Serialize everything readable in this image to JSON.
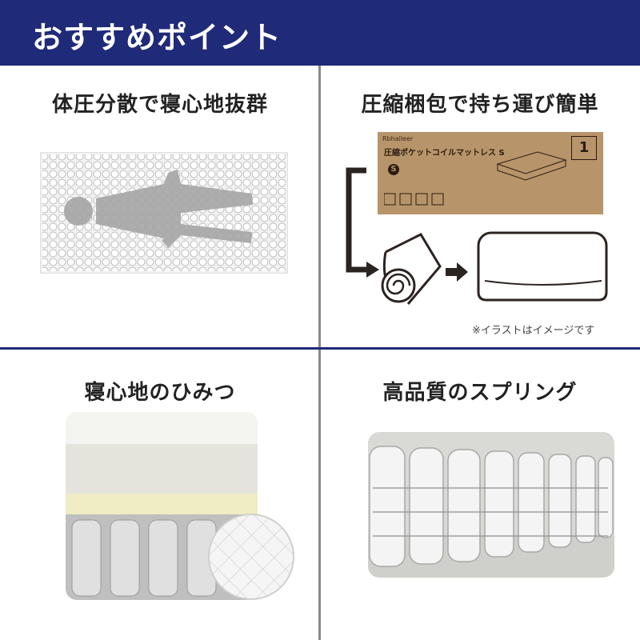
{
  "header": {
    "title": "おすすめポイント"
  },
  "panels": {
    "top_left": {
      "title": "体圧分散で寝心地抜群"
    },
    "top_right": {
      "title": "圧縮梱包で持ち運び簡単",
      "box_logo": "Rbhalleer",
      "box_name": "圧縮ポケットコイルマットレス S",
      "box_size_mark": "S",
      "box_quantity": "1",
      "note": "※イラストはイメージです"
    },
    "bottom_left": {
      "title": "寝心地のひみつ"
    },
    "bottom_right": {
      "title": "高品質のスプリング"
    }
  },
  "colors": {
    "brand_navy": "#1f2a78",
    "divider_gray": "#8a8a8a",
    "cardboard": "#b8946a"
  }
}
